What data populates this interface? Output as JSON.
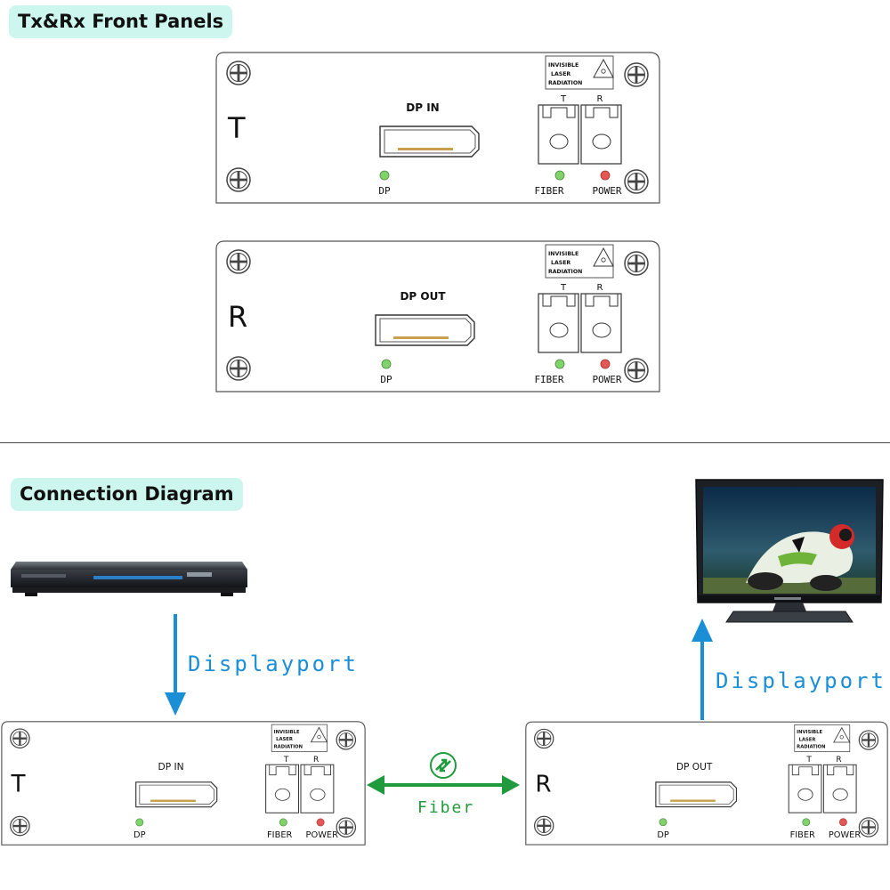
{
  "sections": {
    "front_panels_title": "Tx&Rx Front Panels",
    "connection_title": "Connection Diagram"
  },
  "tx_panel": {
    "letter": "T",
    "port_label": "DP IN",
    "dp_led_label": "DP",
    "fiber_led_label": "FIBER",
    "power_led_label": "POWER",
    "fiber_t": "T",
    "fiber_r": "R",
    "warning_line1": "INVISIBLE",
    "warning_line2": "LASER",
    "warning_line3": "RADIATION"
  },
  "rx_panel": {
    "letter": "R",
    "port_label": "DP OUT",
    "dp_led_label": "DP",
    "fiber_led_label": "FIBER",
    "power_led_label": "POWER",
    "fiber_t": "T",
    "fiber_r": "R",
    "warning_line1": "INVISIBLE",
    "warning_line2": "LASER",
    "warning_line3": "RADIATION"
  },
  "connection": {
    "source_cable_label": "Displayport",
    "display_cable_label": "Displayport",
    "fiber_label": "Fiber"
  },
  "colors": {
    "title_bg": "#cdf6ef",
    "displayport_blue": "#1a8fd6",
    "fiber_green": "#1f9a3c",
    "led_green": "#7fd36a",
    "led_red": "#e85555"
  }
}
